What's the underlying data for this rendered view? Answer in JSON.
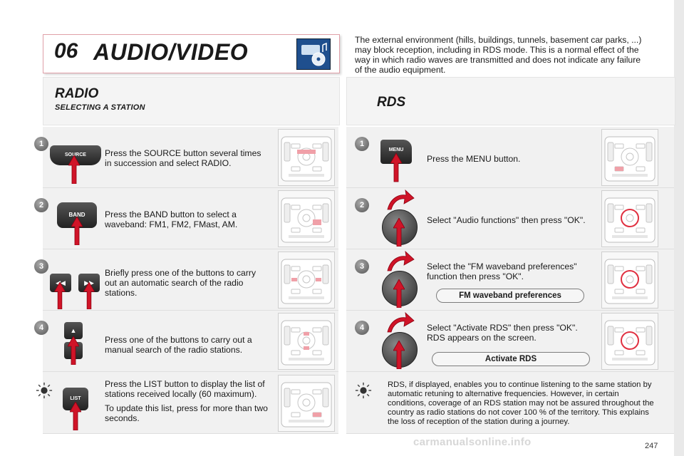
{
  "header": {
    "number": "06",
    "title": "AUDIO/VIDEO"
  },
  "intro": "The external environment (hills, buildings, tunnels, basement car parks, ...) may block reception, including in RDS mode. This is a normal effect of the way in which radio waves are transmitted and does not indicate any failure of the audio equipment.",
  "left": {
    "title": "RADIO",
    "subtitle": "SELECTING A STATION",
    "steps": [
      {
        "num": "1",
        "button": "SOURCE",
        "text": "Press the SOURCE button several times in succession and select RADIO."
      },
      {
        "num": "2",
        "button": "BAND",
        "text": "Press the BAND button to select a waveband: FM1, FM2, FMast, AM."
      },
      {
        "num": "3",
        "text": "Briefly press one of the buttons to carry out an automatic search of the radio stations."
      },
      {
        "num": "4",
        "text": "Press one of the buttons to carry out a manual search of the radio stations."
      },
      {
        "button": "LIST",
        "text": "Press the LIST button to display the list of stations received locally (60 maximum).",
        "text2": "To update this list, press for more than two seconds."
      }
    ]
  },
  "right": {
    "title": "RDS",
    "steps": [
      {
        "num": "1",
        "button": "MENU",
        "text": "Press the MENU button."
      },
      {
        "num": "2",
        "text": "Select \"Audio functions\" then press \"OK\"."
      },
      {
        "num": "3",
        "text": "Select the \"FM waveband preferences\" function then press \"OK\".",
        "badge": "FM waveband preferences"
      },
      {
        "num": "4",
        "text": "Select \"Activate RDS\" then press \"OK\". RDS appears on the screen.",
        "badge": "Activate RDS"
      },
      {
        "text": "RDS, if displayed, enables you to continue listening to the same station by automatic retuning to alternative frequencies. However, in certain conditions, coverage of an RDS station may not be assured throughout the country as radio stations do not cover 100 % of the territory. This explains the loss of reception of the station during a journey."
      }
    ]
  },
  "page_number": "247",
  "watermark": "carmanualsonline.info",
  "colors": {
    "accent_red": "#c8102e",
    "header_border": "#e0a0a8",
    "panel_bg": "#f1f1f1"
  }
}
